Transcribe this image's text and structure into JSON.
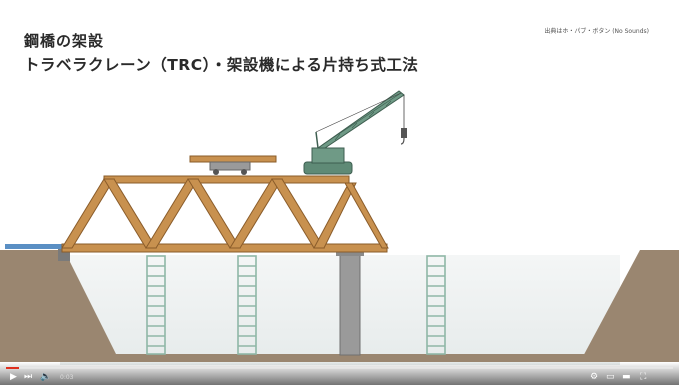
{
  "slide": {
    "title": "鋼橋の架設",
    "subtitle": "トラベラクレーン（TRC）・架設機による片持ち式工法",
    "credit": "出典はホ・パブ・ボタン (No Sounds)"
  },
  "player": {
    "progress": 0.02,
    "time_label": "0:03",
    "icons": [
      "play-icon",
      "next-icon",
      "volume-icon",
      "settings-icon",
      "miniplayer-icon",
      "theater-icon",
      "fullscreen-icon"
    ]
  },
  "colors": {
    "truss": "#c8914f",
    "truss_edge": "#8a5c2a",
    "crane": "#6f9a86",
    "ground": "#9a8670",
    "water": "#e9eeee",
    "pier": "#9a9a9a",
    "scaffold": "#8fb7a7"
  }
}
